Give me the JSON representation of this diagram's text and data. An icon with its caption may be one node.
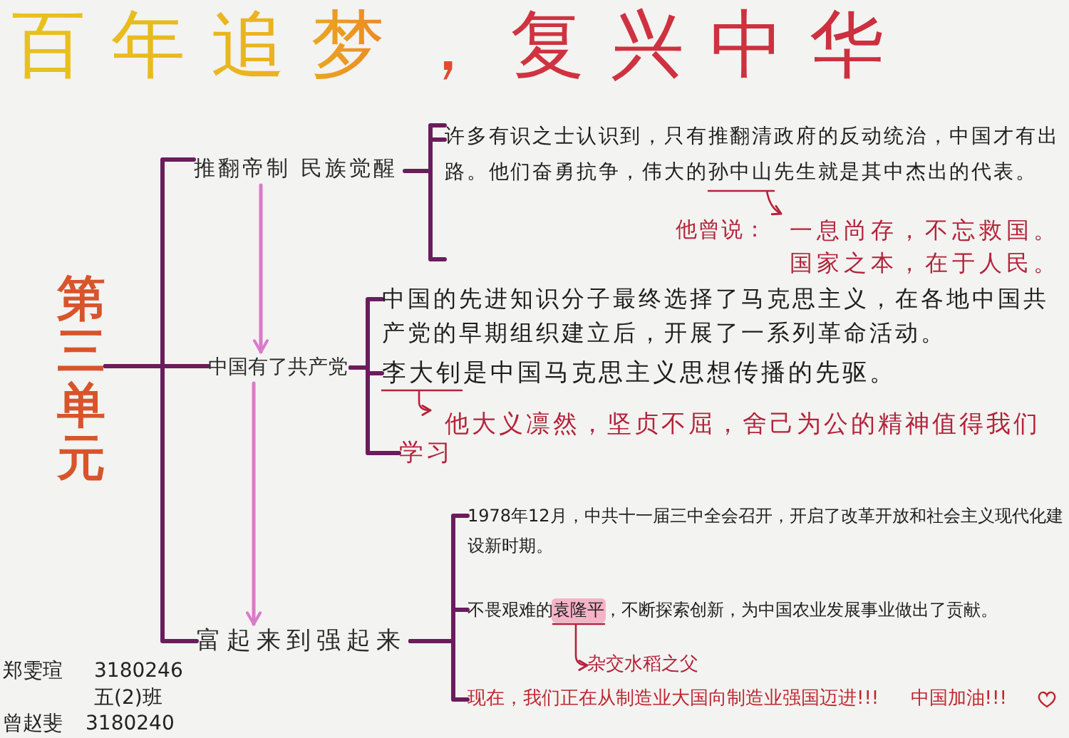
{
  "diagram": {
    "title": "百年追梦，复兴中华",
    "nodes": [
      {
        "text": [
          "第三单元"
        ]
      },
      {
        "text": [
          "推翻帝制 民族觉醒"
        ]
      },
      {
        "text": [
          "许多有识之士认识到，只有推翻清政府的反动统治，中国才有出路。他们奋勇抗争，伟大的孙中山先生就是其中杰出的代表。"
        ]
      },
      {
        "text": [
          "他曾说：",
          "一息尚存，不忘救国。国家之本，在于人民。"
        ]
      },
      {
        "text": [
          "中国有了共产党"
        ]
      },
      {
        "text": [
          "中国的先进知识分子最终选择了马克思主义，在各地中国共产党的早期组织建立后，开展了一系列革命活动。"
        ]
      },
      {
        "text": [
          "李大钊是中国马克思主义思想传播的先驱。"
        ]
      },
      {
        "text": [
          "他大义凛然，坚贞不屈，舍己为公的精神值得我们学习"
        ]
      },
      {
        "text": [
          "富起来到强起来"
        ]
      },
      {
        "text": [
          "1978年12月，中共十一届三中全会召开，开启了改革开放和社会主义现代化建设新时期。"
        ]
      },
      {
        "text": [
          "不畏艰难的袁隆平，不断探索创新，为中国农业发展事业做出了贡献。"
        ]
      },
      {
        "text": [
          "杂交水稻之父"
        ]
      },
      {
        "text": [
          "现在，我们正在从制造业大国向制造业强国迈进!!! 中国加油!!!"
        ]
      }
    ],
    "edges": [
      {
        "from": 0,
        "to": 1,
        "arrow": "none"
      },
      {
        "from": 0,
        "to": 4,
        "arrow": "none"
      },
      {
        "from": 0,
        "to": 8,
        "arrow": "none"
      },
      {
        "from": 1,
        "to": 4,
        "arrow": "to",
        "color": "#d97bc9"
      },
      {
        "from": 4,
        "to": 8,
        "arrow": "to",
        "color": "#d97bc9"
      },
      {
        "from": 1,
        "to": 2,
        "arrow": "none"
      },
      {
        "from": 2,
        "to": 3,
        "arrow": "to",
        "color": "#b4233a"
      },
      {
        "from": 4,
        "to": 5,
        "arrow": "none"
      },
      {
        "from": 4,
        "to": 6,
        "arrow": "none"
      },
      {
        "from": 6,
        "to": 7,
        "arrow": "to",
        "color": "#b4233a"
      },
      {
        "from": 8,
        "to": 9,
        "arrow": "none"
      },
      {
        "from": 8,
        "to": 10,
        "arrow": "none"
      },
      {
        "from": 10,
        "to": 11,
        "arrow": "to",
        "color": "#b4233a"
      },
      {
        "from": 8,
        "to": 12,
        "arrow": "none"
      },
      {
        "from": 4,
        "to": 7,
        "arrow": "none"
      }
    ],
    "labels": [
      "郑雯瑄",
      "3180246",
      "五(2)班",
      "曾赵斐",
      "3180240"
    ]
  }
}
